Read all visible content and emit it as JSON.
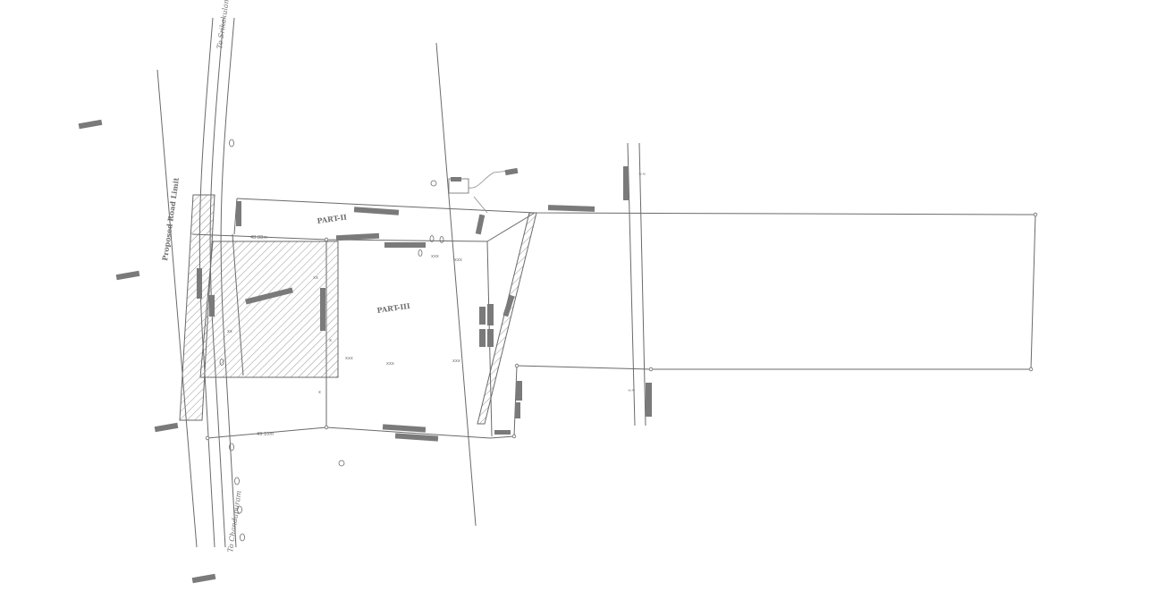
{
  "labels": {
    "to_north": "To Srikakulam",
    "to_south": "To Chandapuram",
    "proposed_road": "Proposed Road Limit",
    "part_ii": "PART-II",
    "part_iii": "PART-III",
    "dim_top": "48.88m",
    "dim_bottom": "49.10m"
  },
  "colors": {
    "line": "#6a6a6a",
    "redacted": "#7a7a7a",
    "background": "#ffffff"
  },
  "symbols": [
    "tree-icon",
    "well-icon",
    "cross-hatch-icon"
  ]
}
